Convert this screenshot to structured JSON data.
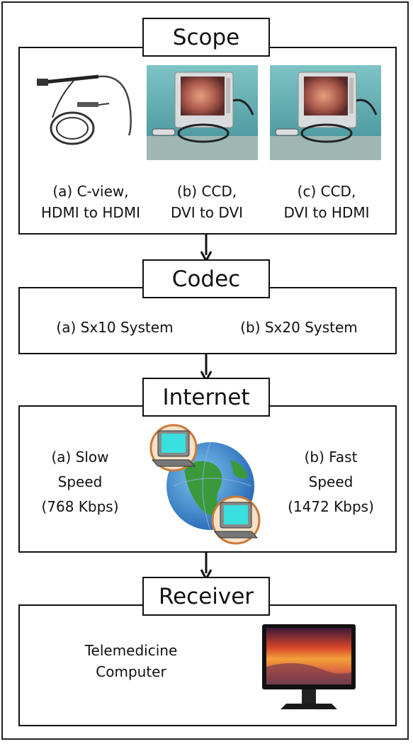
{
  "scope": {
    "title": "Scope",
    "items": [
      {
        "line1": "(a) C-view,",
        "line2": "HDMI to HDMI",
        "image": "cview-scope-cable"
      },
      {
        "line1": "(b) CCD,",
        "line2": "DVI to DVI",
        "image": "ccd-monitor-photo"
      },
      {
        "line1": "(c) CCD,",
        "line2": "DVI to HDMI",
        "image": "ccd-monitor-photo"
      }
    ]
  },
  "codec": {
    "title": "Codec",
    "items": [
      "(a) Sx10 System",
      "(b) Sx20 System"
    ]
  },
  "internet": {
    "title": "Internet",
    "left": {
      "line1": "(a) Slow",
      "line2": "Speed",
      "line3": "(768 Kbps)"
    },
    "right": {
      "line1": "(b) Fast",
      "line2": "Speed",
      "line3": "(1472 Kbps)"
    },
    "image": "globe-network-computers"
  },
  "receiver": {
    "title": "Receiver",
    "line1": "Telemedicine",
    "line2": "Computer",
    "image": "widescreen-monitor"
  }
}
